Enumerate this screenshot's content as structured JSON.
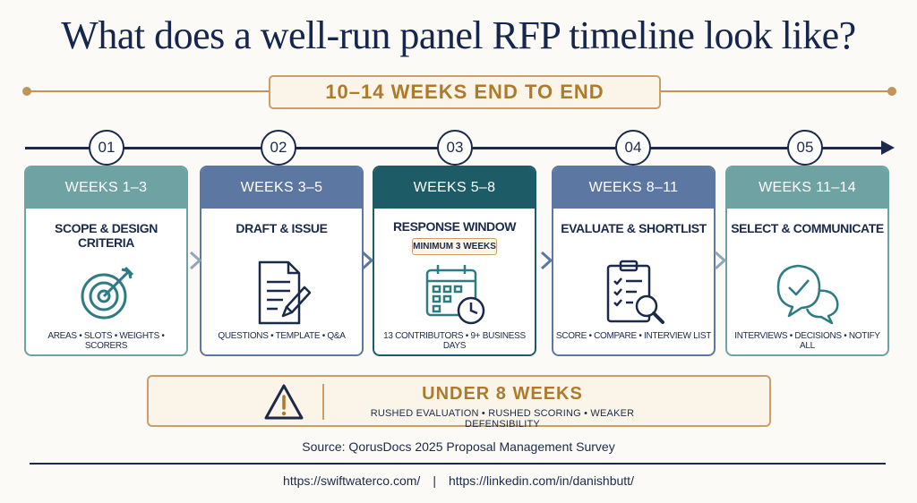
{
  "title": "What does a well-run panel RFP timeline look like?",
  "duration": "10–14 WEEKS END TO END",
  "steps": [
    {
      "num": "01",
      "weeks": "WEEKS 1–3",
      "title": "SCOPE & DESIGN CRITERIA",
      "subtitle": "",
      "footer": "AREAS • SLOTS • WEIGHTS • SCORERS",
      "icon": "target-icon",
      "color": "#6fa3a3"
    },
    {
      "num": "02",
      "weeks": "WEEKS 3–5",
      "title": "DRAFT & ISSUE",
      "subtitle": "",
      "footer": "QUESTIONS • TEMPLATE • Q&A",
      "icon": "document-pencil-icon",
      "color": "#5d77a3"
    },
    {
      "num": "03",
      "weeks": "WEEKS 5–8",
      "title": "RESPONSE WINDOW",
      "subtitle": "MINIMUM 3 WEEKS",
      "footer": "13 CONTRIBUTORS • 9+ BUSINESS DAYS",
      "icon": "calendar-clock-icon",
      "color": "#1d5c67"
    },
    {
      "num": "04",
      "weeks": "WEEKS 8–11",
      "title": "EVALUATE & SHORTLIST",
      "subtitle": "",
      "footer": "SCORE • COMPARE • INTERVIEW LIST",
      "icon": "clipboard-search-icon",
      "color": "#5d77a3"
    },
    {
      "num": "05",
      "weeks": "WEEKS 11–14",
      "title": "SELECT & COMMUNICATE",
      "subtitle": "",
      "footer": "INTERVIEWS • DECISIONS • NOTIFY ALL",
      "icon": "chat-check-icon",
      "color": "#6fa3a3"
    }
  ],
  "warning": {
    "title": "UNDER 8 WEEKS",
    "description": "RUSHED EVALUATION • RUSHED SCORING • WEAKER DEFENSIBILITY",
    "icon": "warning-icon"
  },
  "source": "Source: QorusDocs 2025 Proposal Management Survey",
  "links": {
    "website": "https://swiftwaterco.com/",
    "separator": "|",
    "linkedin": "https://linkedin.com/in/danishbutt/"
  },
  "colors": {
    "navy": "#1c2a4a",
    "gold": "#ad7b2b",
    "teal_light": "#6fa3a3",
    "slate_blue": "#5d77a3",
    "teal_dark": "#1d5c67"
  }
}
